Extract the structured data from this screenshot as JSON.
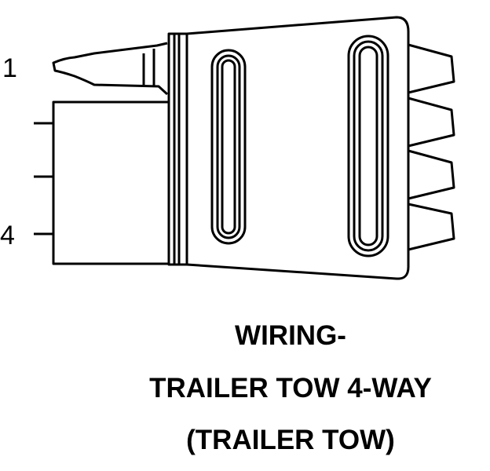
{
  "diagram": {
    "pin_labels": [
      "1",
      "4"
    ],
    "caption": {
      "line1": "WIRING-",
      "line2": "TRAILER TOW 4-WAY",
      "line3": "(TRAILER TOW)"
    }
  }
}
